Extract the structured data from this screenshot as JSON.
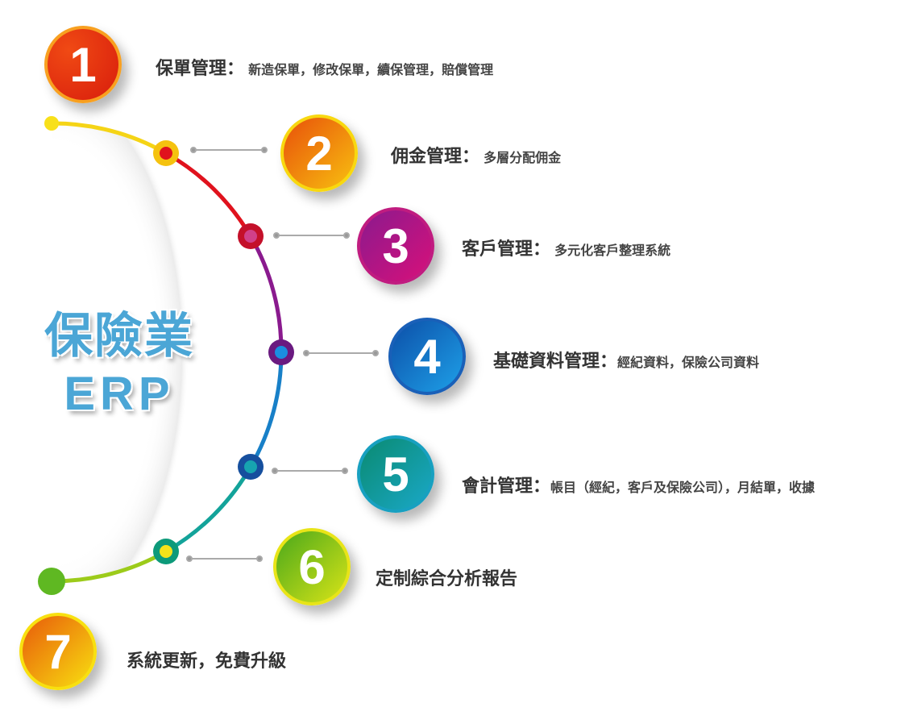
{
  "title": {
    "line1": "保險業",
    "line2": "ERP"
  },
  "items": [
    {
      "number": "1",
      "title": "保單管理：",
      "desc": "新造保單，修改保單，續保管理，賠償管理",
      "color": "#e8330d"
    },
    {
      "number": "2",
      "title": "佣金管理：",
      "desc": "多層分配佣金",
      "color": "#f07a0a"
    },
    {
      "number": "3",
      "title": "客戶管理：",
      "desc": "多元化客戶整理系統",
      "color": "#c0157a"
    },
    {
      "number": "4",
      "title": "基礎資料管理：",
      "desc": "經紀資料，保險公司資料",
      "color": "#0b6fc2"
    },
    {
      "number": "5",
      "title": "會計管理：",
      "desc": "帳目（經紀，客戶及保險公司），月結單，收據",
      "color": "#0d9a90"
    },
    {
      "number": "6",
      "title": "定制綜合分析報告",
      "desc": "",
      "color": "#7cc21a"
    },
    {
      "number": "7",
      "title": "系統更新，免費升級",
      "desc": "",
      "color": "#f27a10"
    }
  ]
}
